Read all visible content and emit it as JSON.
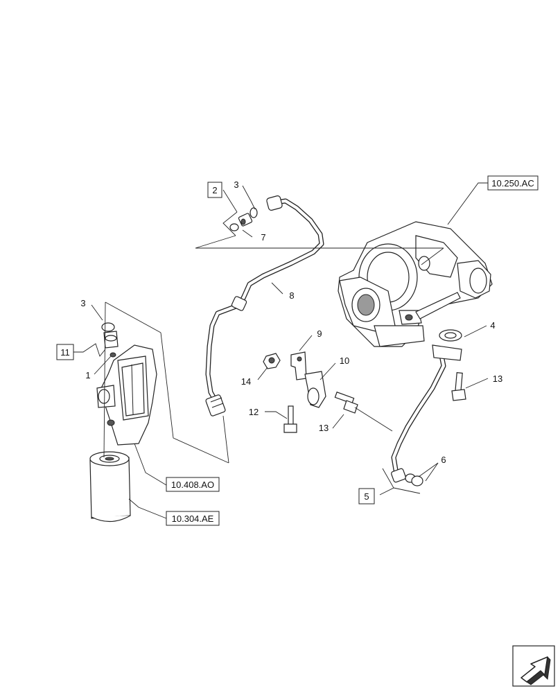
{
  "callouts": {
    "c1": "1",
    "c2": "2",
    "c3a": "3",
    "c3b": "3",
    "c4": "4",
    "c5": "5",
    "c6": "6",
    "c7": "7",
    "c8": "8",
    "c9": "9",
    "c10": "10",
    "c11": "11",
    "c12": "12",
    "c13a": "13",
    "c13b": "13",
    "c14": "14"
  },
  "references": {
    "turbo": "10.250.AC",
    "filter_head": "10.408.AO",
    "filter": "10.304.AE"
  },
  "icons": {
    "nav": "arrow-next-icon"
  }
}
